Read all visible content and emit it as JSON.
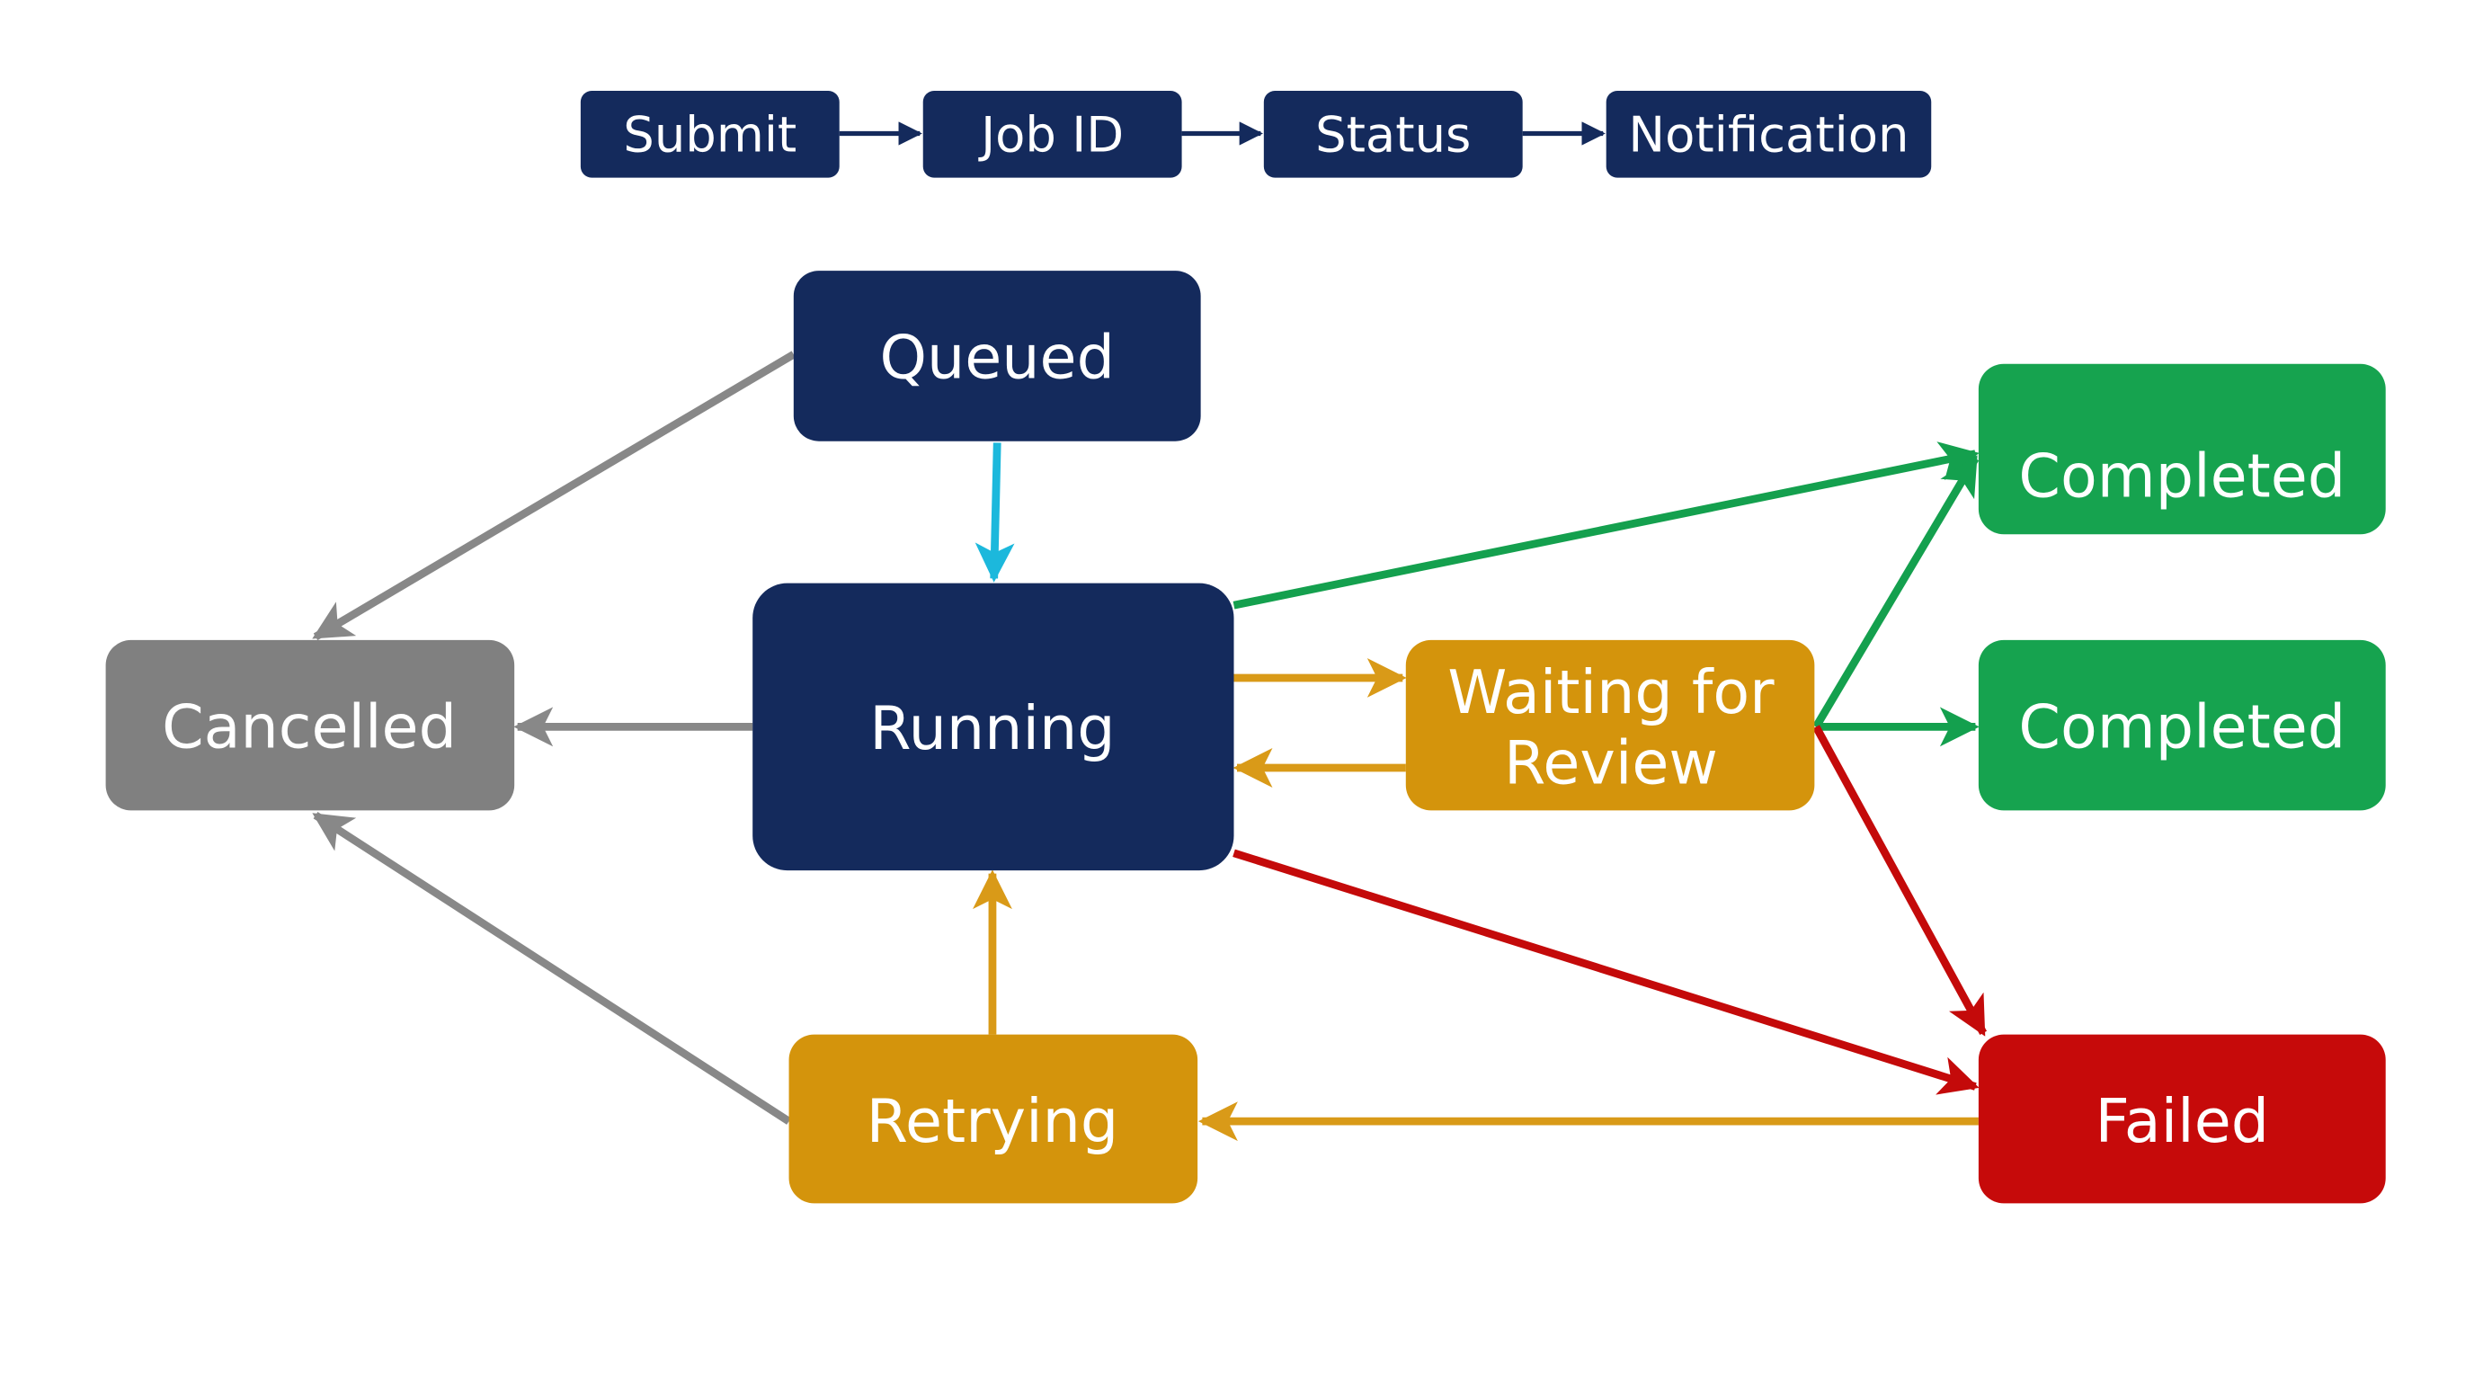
{
  "colors": {
    "navy": "#142a5c",
    "gray": "#808080",
    "amber": "#d4940c",
    "green": "#16a34f",
    "red": "#c60a0a",
    "cyan": "#1cb8dc",
    "arrow_gray": "#888888",
    "arrow_amber": "#d99a18",
    "arrow_green": "#14a04e",
    "arrow_red": "#c40a0a"
  },
  "flow": {
    "steps": [
      {
        "id": "submit",
        "label": "Submit"
      },
      {
        "id": "job-id",
        "label": "Job ID"
      },
      {
        "id": "status",
        "label": "Status"
      },
      {
        "id": "notification",
        "label": "Notification"
      }
    ]
  },
  "states": {
    "queued": {
      "label": "Queued",
      "color": "navy"
    },
    "running": {
      "label": "Running",
      "color": "navy"
    },
    "cancelled": {
      "label": "Cancelled",
      "color": "gray"
    },
    "waiting": {
      "label_line1": "Waiting for",
      "label_line2": "Review",
      "color": "amber"
    },
    "completed_top": {
      "label": "Completed",
      "color": "green"
    },
    "completed_mid": {
      "label": "Completed",
      "color": "green"
    },
    "failed": {
      "label": "Failed",
      "color": "red"
    },
    "retrying": {
      "label": "Retrying",
      "color": "amber"
    }
  },
  "transitions": [
    {
      "from": "queued",
      "to": "running",
      "color": "cyan"
    },
    {
      "from": "queued",
      "to": "cancelled",
      "color": "arrow_gray"
    },
    {
      "from": "running",
      "to": "cancelled",
      "color": "arrow_gray"
    },
    {
      "from": "retrying",
      "to": "cancelled",
      "color": "arrow_gray"
    },
    {
      "from": "running",
      "to": "waiting",
      "color": "arrow_amber"
    },
    {
      "from": "waiting",
      "to": "running",
      "color": "arrow_amber"
    },
    {
      "from": "running",
      "to": "completed_top",
      "color": "arrow_green"
    },
    {
      "from": "waiting",
      "to": "completed_top",
      "color": "arrow_green"
    },
    {
      "from": "waiting",
      "to": "completed_mid",
      "color": "arrow_green"
    },
    {
      "from": "waiting",
      "to": "failed",
      "color": "arrow_red"
    },
    {
      "from": "running",
      "to": "failed",
      "color": "arrow_red"
    },
    {
      "from": "failed",
      "to": "retrying",
      "color": "arrow_amber"
    },
    {
      "from": "retrying",
      "to": "running",
      "color": "arrow_amber"
    }
  ]
}
